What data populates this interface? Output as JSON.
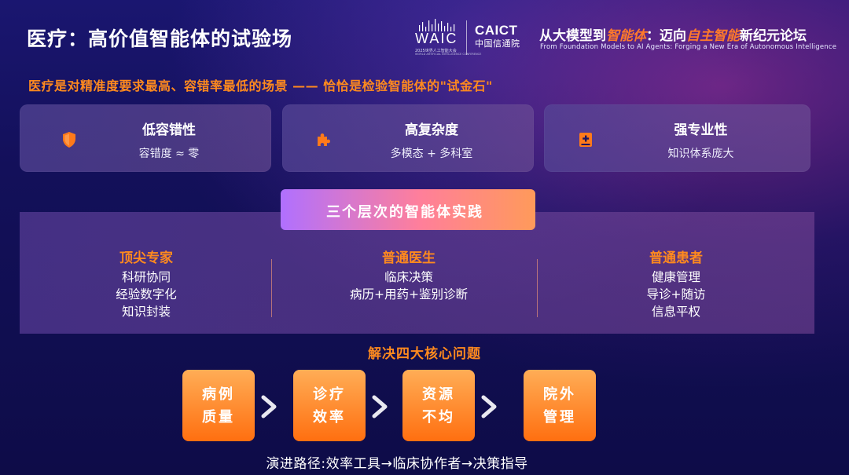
{
  "header": {
    "title": "医疗：高价值智能体的试验场",
    "waic": {
      "logo_text": "WAIC",
      "sub": "2025世界人工智能大会",
      "sub_en": "WORLD ARTIFICIAL INTELLIGENCE CONFERENCE"
    },
    "caict": {
      "logo_text": "CAICT",
      "name_cn": "中国信通院"
    },
    "slogan": {
      "part1": "从大模型到",
      "hl1": "智能体",
      "part2": "：迈向",
      "hl2": "自主智能",
      "part3": "新纪元论坛"
    },
    "slogan_en": "From Foundation Models to AI Agents: Forging a New Era of Autonomous Intelligence"
  },
  "subtitle": "医疗是对精准度要求最高、容错率最低的场景 —— 恰恰是检验智能体的\"试金石\"",
  "cards": [
    {
      "title": "低容错性",
      "desc": "容错度 ≈ 零",
      "icon": "shield-icon"
    },
    {
      "title": "高复杂度",
      "desc": "多模态 + 多科室",
      "icon": "puzzle-icon"
    },
    {
      "title": "强专业性",
      "desc": "知识体系庞大",
      "icon": "medical-book-icon"
    }
  ],
  "practice": {
    "title": "三个层次的智能体实践",
    "columns": [
      {
        "title": "顶尖专家",
        "lines": [
          "科研协同",
          "经验数字化",
          "知识封装"
        ]
      },
      {
        "title": "普通医生",
        "lines": [
          "临床决策",
          "病历+用药+鉴别诊断"
        ]
      },
      {
        "title": "普通患者",
        "lines": [
          "健康管理",
          "导诊+随访",
          "信息平权"
        ]
      }
    ]
  },
  "problems": {
    "title": "解决四大核心问题",
    "items": [
      {
        "line1": "病例",
        "line2": "质量"
      },
      {
        "line1": "诊疗",
        "line2": "效率"
      },
      {
        "line1": "资源",
        "line2": "不均"
      },
      {
        "line1": "院外",
        "line2": "管理"
      }
    ]
  },
  "evolution": "演进路径:效率工具→临床协作者→决策指导",
  "colors": {
    "accent_orange": "#ff8a1e",
    "background": "#13105a",
    "pill_gradient_start": "#b070ff",
    "pill_gradient_end": "#ff9a5a"
  }
}
